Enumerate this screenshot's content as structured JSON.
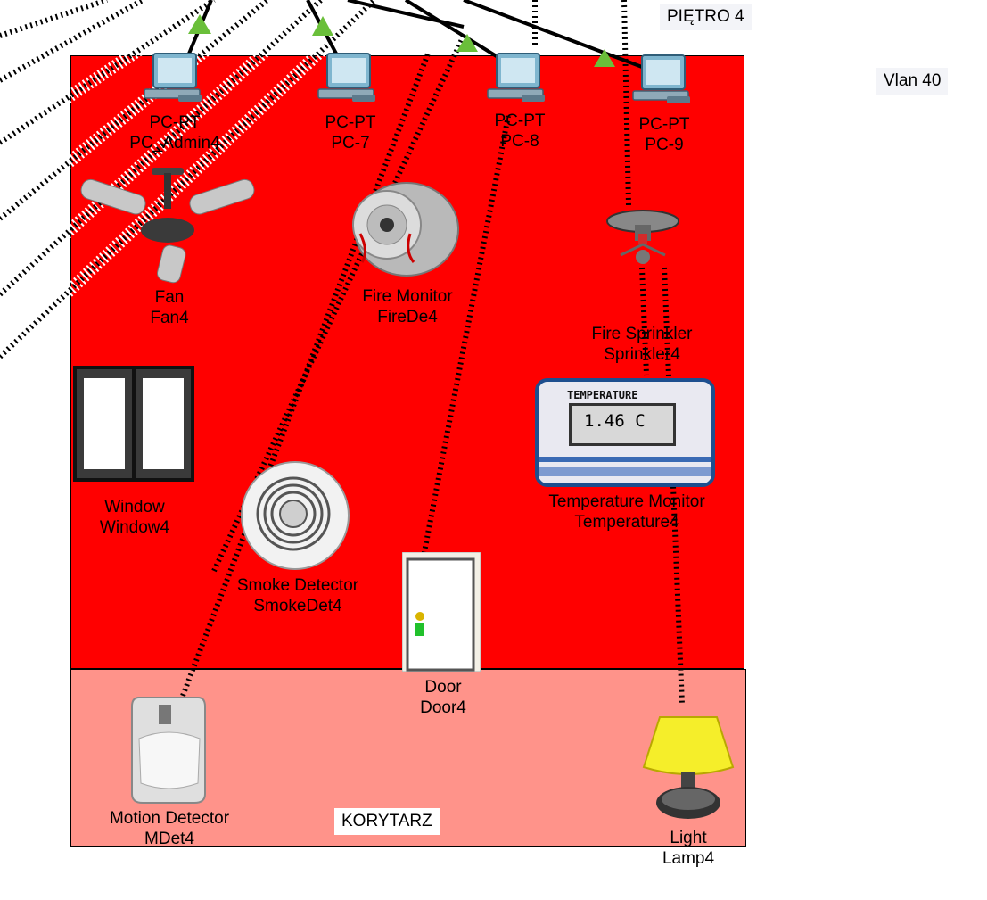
{
  "zones": {
    "floor_label": "PIĘTRO 4",
    "vlan_label": "Vlan 40",
    "corridor_label": "KORYTARZ"
  },
  "colors": {
    "room": "#ff0000",
    "corridor": "#ff938a",
    "link_up": "#6abf3a"
  },
  "devices": {
    "pc_admin": {
      "type": "PC-PT",
      "name": "PC_Admin4",
      "icon": "pc-icon"
    },
    "pc7": {
      "type": "PC-PT",
      "name": "PC-7",
      "icon": "pc-icon"
    },
    "pc8": {
      "type": "PC-PT",
      "name": "PC-8",
      "icon": "pc-icon"
    },
    "pc9": {
      "type": "PC-PT",
      "name": "PC-9",
      "icon": "pc-icon"
    },
    "fan": {
      "type": "Fan",
      "name": "Fan4",
      "icon": "ceiling-fan-icon"
    },
    "fire_monitor": {
      "type": "Fire Monitor",
      "name": "FireDe4",
      "icon": "fire-monitor-icon"
    },
    "sprinkler": {
      "type": "Fire Sprinkler",
      "name": "Sprinkler4",
      "icon": "sprinkler-icon"
    },
    "window": {
      "type": "Window",
      "name": "Window4",
      "icon": "window-icon"
    },
    "temperature": {
      "type": "Temperature Monitor",
      "name": "Temperature4",
      "icon": "thermometer-display-icon",
      "display_title": "TEMPERATURE",
      "reading": "1.46 C"
    },
    "smoke": {
      "type": "Smoke Detector",
      "name": "SmokeDet4",
      "icon": "smoke-detector-icon"
    },
    "door": {
      "type": "Door",
      "name": "Door4",
      "icon": "door-icon"
    },
    "motion": {
      "type": "Motion Detector",
      "name": "MDet4",
      "icon": "motion-detector-icon"
    },
    "lamp": {
      "type": "Light",
      "name": "Lamp4",
      "icon": "lamp-icon"
    }
  }
}
